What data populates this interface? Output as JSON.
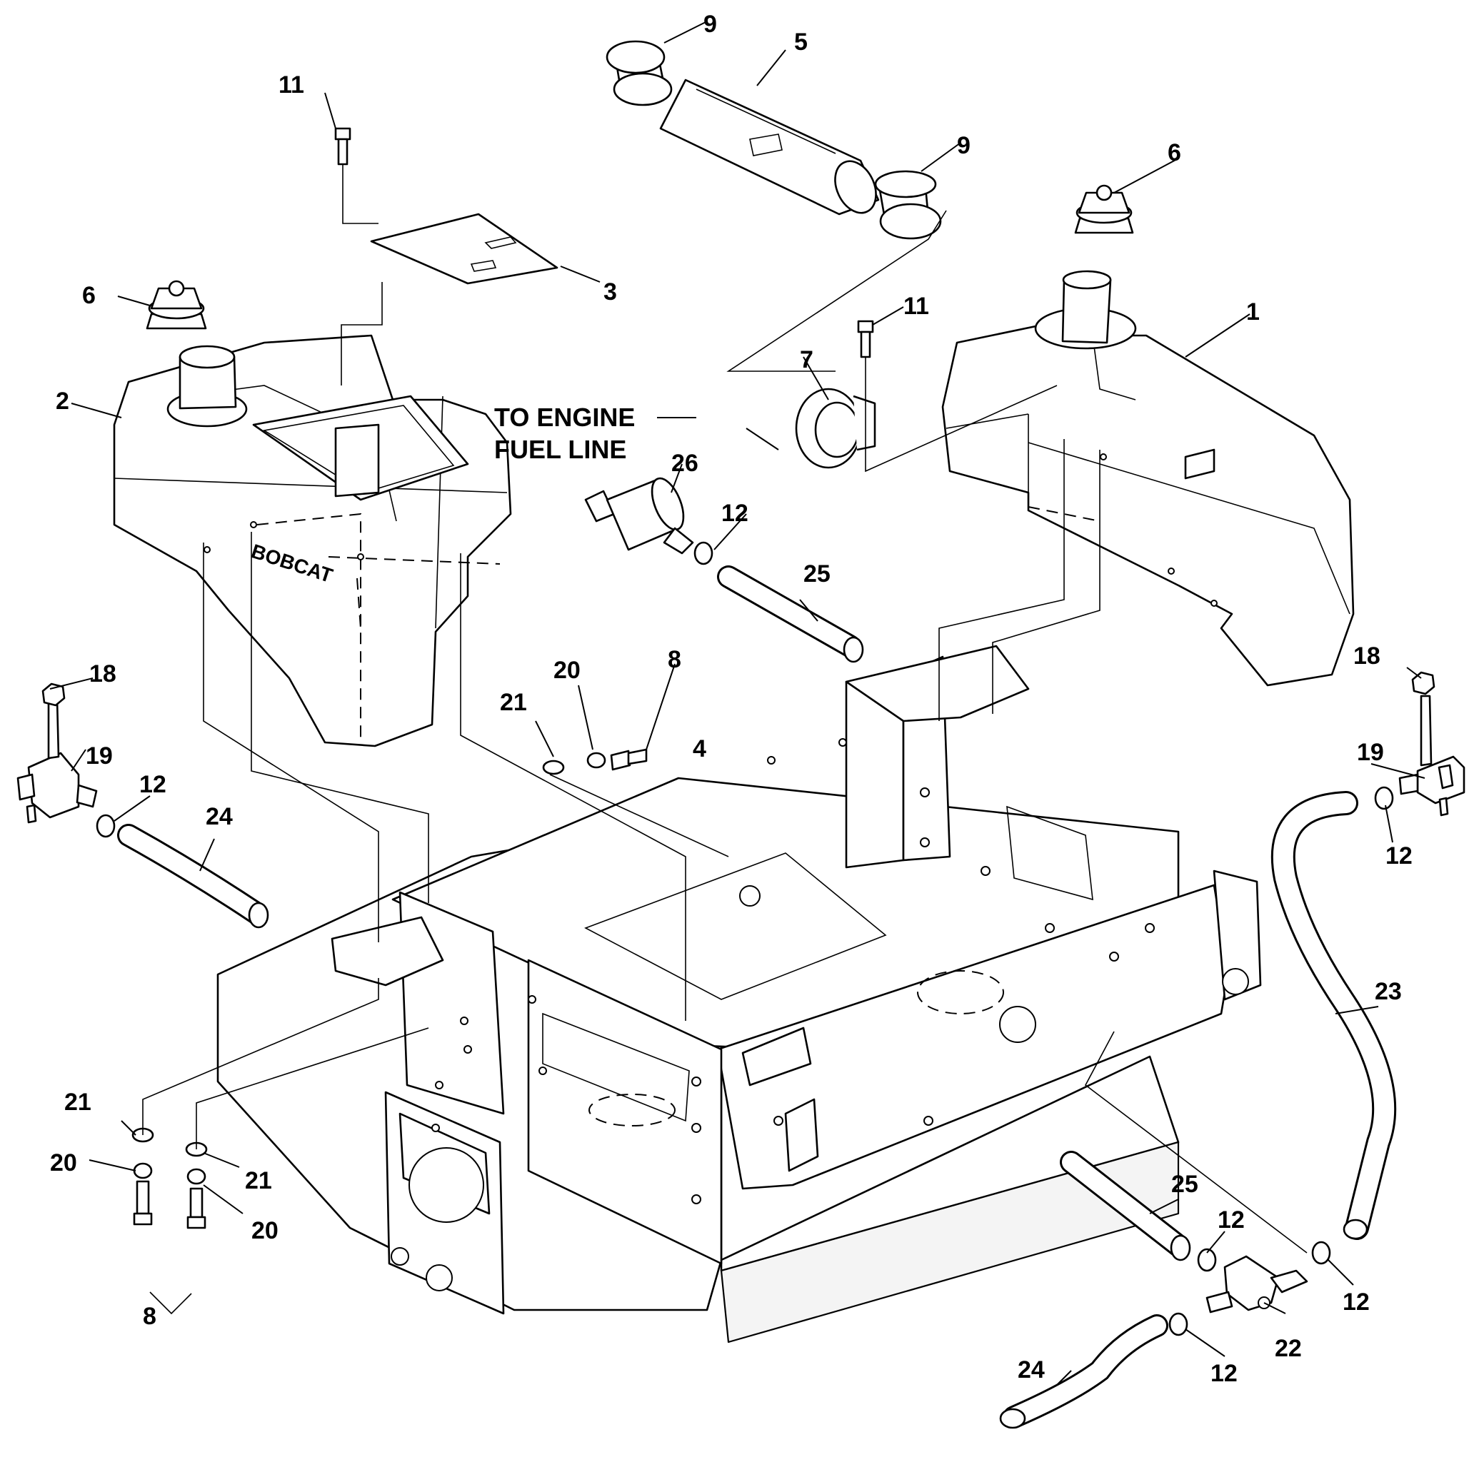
{
  "diagram": {
    "note_line1": "TO ENGINE",
    "note_line2": "FUEL LINE",
    "brand": "BOBCAT"
  },
  "callouts": {
    "c1": "1",
    "c2": "2",
    "c3": "3",
    "c4": "4",
    "c5": "5",
    "c6a": "6",
    "c6b": "6",
    "c7": "7",
    "c8a": "8",
    "c8b": "8",
    "c9a": "9",
    "c9b": "9",
    "c11a": "11",
    "c11b": "11",
    "c12a": "12",
    "c12b": "12",
    "c12c": "12",
    "c12d": "12",
    "c12e": "12",
    "c12f": "12",
    "c18a": "18",
    "c18b": "18",
    "c19a": "19",
    "c19b": "19",
    "c20a": "20",
    "c20b": "20",
    "c20c": "20",
    "c21a": "21",
    "c21b": "21",
    "c21c": "21",
    "c22": "22",
    "c23": "23",
    "c24a": "24",
    "c24b": "24",
    "c25a": "25",
    "c25b": "25",
    "c26": "26"
  }
}
